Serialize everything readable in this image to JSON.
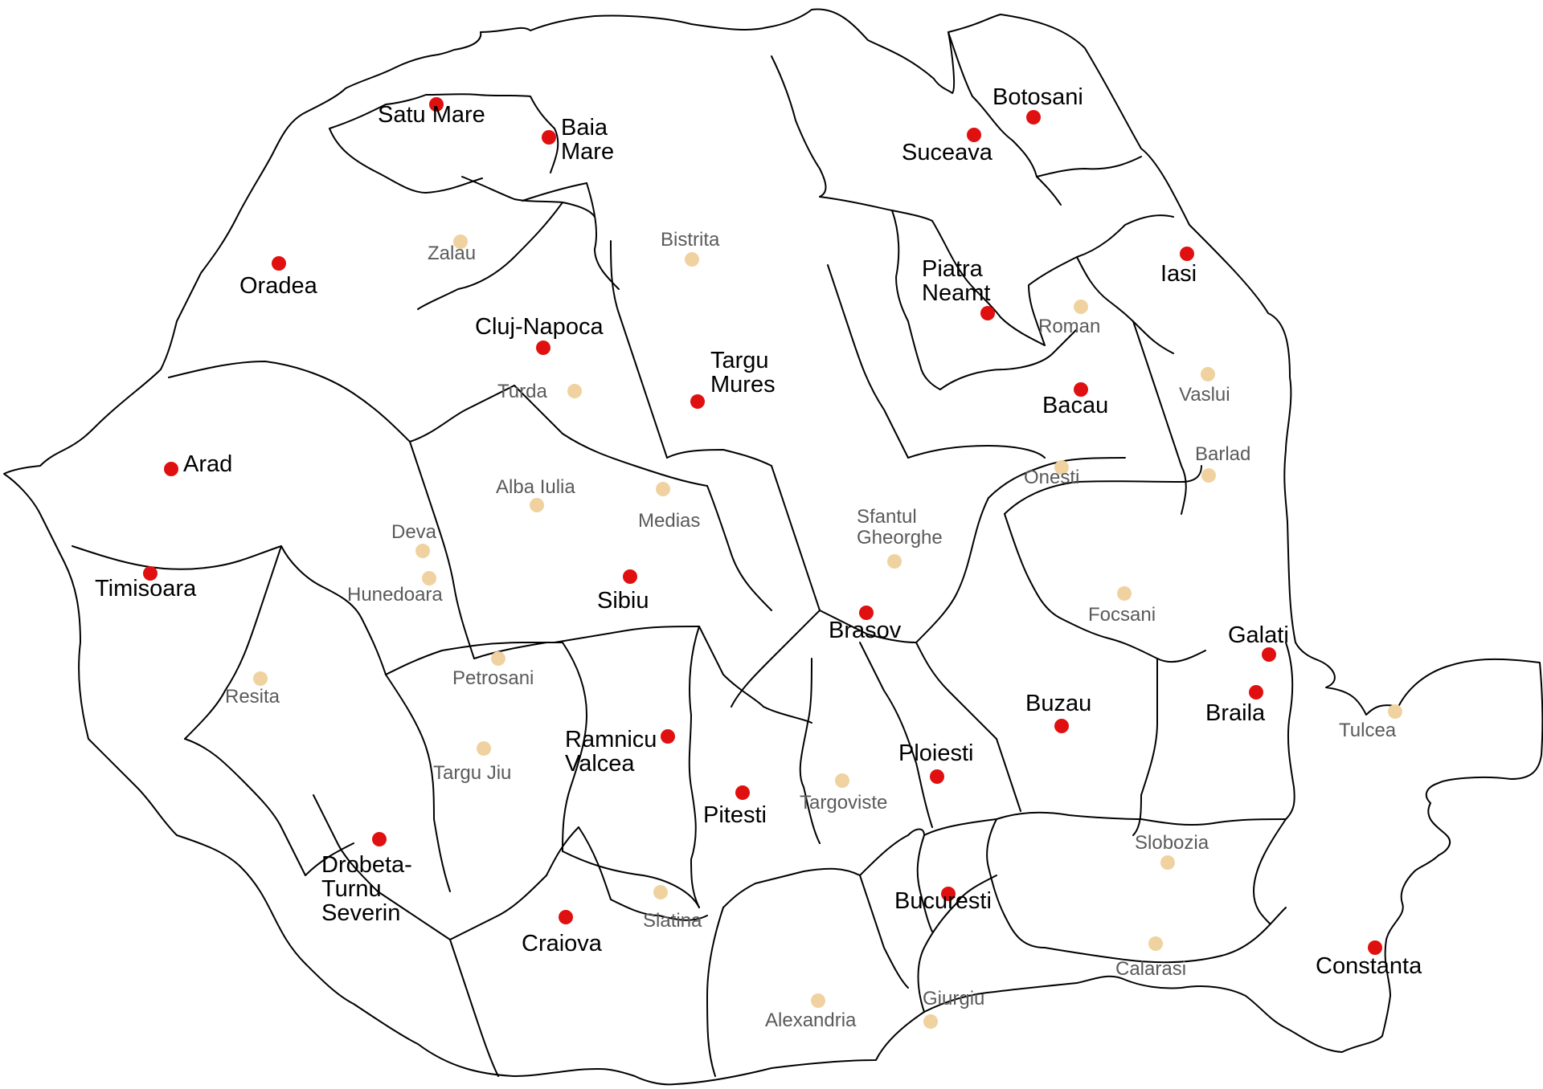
{
  "map": {
    "colors": {
      "background": "#ffffff",
      "border": "#000000",
      "major_city_dot": "#e01010",
      "minor_city_dot": "#f0d2a0",
      "major_label": "#000000",
      "minor_label": "#5a5a5a"
    },
    "major_cities": [
      {
        "id": "satu-mare",
        "lines": [
          "Satu Mare"
        ]
      },
      {
        "id": "baia-mare",
        "lines": [
          "Baia",
          "Mare"
        ]
      },
      {
        "id": "botosani",
        "lines": [
          "Botosani"
        ]
      },
      {
        "id": "suceava",
        "lines": [
          "Suceava"
        ]
      },
      {
        "id": "oradea",
        "lines": [
          "Oradea"
        ]
      },
      {
        "id": "iasi",
        "lines": [
          "Iasi"
        ]
      },
      {
        "id": "piatra-neamt",
        "lines": [
          "Piatra",
          "Neamt"
        ]
      },
      {
        "id": "cluj-napoca",
        "lines": [
          "Cluj-Napoca"
        ]
      },
      {
        "id": "targu-mures",
        "lines": [
          "Targu",
          "Mures"
        ]
      },
      {
        "id": "bacau",
        "lines": [
          "Bacau"
        ]
      },
      {
        "id": "arad",
        "lines": [
          "Arad"
        ]
      },
      {
        "id": "timisoara",
        "lines": [
          "Timisoara"
        ]
      },
      {
        "id": "sibiu",
        "lines": [
          "Sibiu"
        ]
      },
      {
        "id": "brasov",
        "lines": [
          "Brasov"
        ]
      },
      {
        "id": "galati",
        "lines": [
          "Galati"
        ]
      },
      {
        "id": "braila",
        "lines": [
          "Braila"
        ]
      },
      {
        "id": "buzau",
        "lines": [
          "Buzau"
        ]
      },
      {
        "id": "ramnicu-valcea",
        "lines": [
          "Ramnicu",
          "Valcea"
        ]
      },
      {
        "id": "ploiesti",
        "lines": [
          "Ploiesti"
        ]
      },
      {
        "id": "pitesti",
        "lines": [
          "Pitesti"
        ]
      },
      {
        "id": "drobeta-turnu-severin",
        "lines": [
          "Drobeta-",
          "Turnu",
          "Severin"
        ]
      },
      {
        "id": "bucuresti",
        "lines": [
          "Bucuresti"
        ]
      },
      {
        "id": "craiova",
        "lines": [
          "Craiova"
        ]
      },
      {
        "id": "constanta",
        "lines": [
          "Constanta"
        ]
      }
    ],
    "minor_cities": [
      {
        "id": "zalau",
        "lines": [
          "Zalau"
        ]
      },
      {
        "id": "bistrita",
        "lines": [
          "Bistrita"
        ]
      },
      {
        "id": "roman",
        "lines": [
          "Roman"
        ]
      },
      {
        "id": "turda",
        "lines": [
          "Turda"
        ]
      },
      {
        "id": "vaslui",
        "lines": [
          "Vaslui"
        ]
      },
      {
        "id": "barlad",
        "lines": [
          "Barlad"
        ]
      },
      {
        "id": "onesti",
        "lines": [
          "Onesti"
        ]
      },
      {
        "id": "alba-iulia",
        "lines": [
          "Alba Iulia"
        ]
      },
      {
        "id": "medias",
        "lines": [
          "Medias"
        ]
      },
      {
        "id": "deva",
        "lines": [
          "Deva"
        ]
      },
      {
        "id": "hunedoara",
        "lines": [
          "Hunedoara"
        ]
      },
      {
        "id": "sfantul-gheorghe",
        "lines": [
          "Sfantul",
          "Gheorghe"
        ]
      },
      {
        "id": "focsani",
        "lines": [
          "Focsani"
        ]
      },
      {
        "id": "resita",
        "lines": [
          "Resita"
        ]
      },
      {
        "id": "petrosani",
        "lines": [
          "Petrosani"
        ]
      },
      {
        "id": "tulcea",
        "lines": [
          "Tulcea"
        ]
      },
      {
        "id": "targu-jiu",
        "lines": [
          "Targu Jiu"
        ]
      },
      {
        "id": "targoviste",
        "lines": [
          "Targoviste"
        ]
      },
      {
        "id": "slobozia",
        "lines": [
          "Slobozia"
        ]
      },
      {
        "id": "slatina",
        "lines": [
          "Slatina"
        ]
      },
      {
        "id": "calarasi",
        "lines": [
          "Calarasi"
        ]
      },
      {
        "id": "giurgiu",
        "lines": [
          "Giurgiu"
        ]
      },
      {
        "id": "alexandria",
        "lines": [
          "Alexandria"
        ]
      }
    ]
  }
}
